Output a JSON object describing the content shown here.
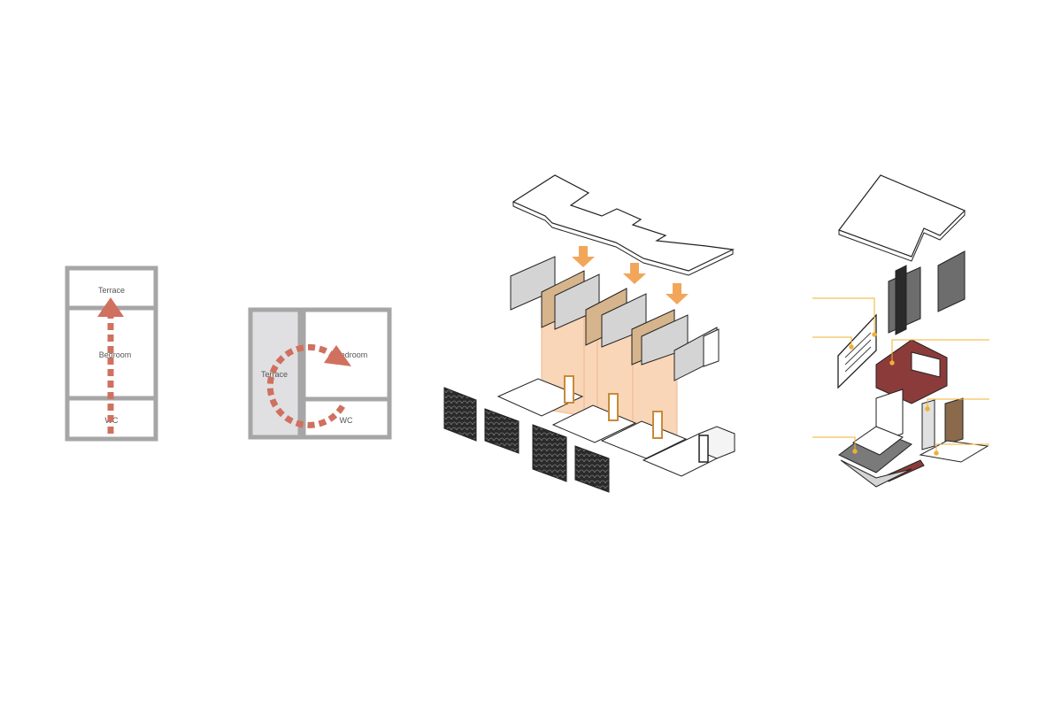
{
  "plan_linear": {
    "rooms": {
      "terrace": "Terrace",
      "bedroom": "Bedroom",
      "wc": "WC"
    }
  },
  "plan_loop": {
    "rooms": {
      "terrace": "Terrace",
      "bedroom": "Bedroom",
      "wc": "WC"
    }
  },
  "colors": {
    "wall": "#a6a6a6",
    "terrace_fill": "#e0e0e2",
    "arrow": "#d0705f",
    "orange_arrow": "#f2a65a",
    "orange_volume": "#f7c9a0",
    "panel_grey": "#d4d4d4",
    "panel_dark": "#6d6d6d",
    "panel_black": "#2a2a2a",
    "wood": "#d6b48c",
    "maroon": "#8c3b3b",
    "callout": "#f0b030"
  }
}
